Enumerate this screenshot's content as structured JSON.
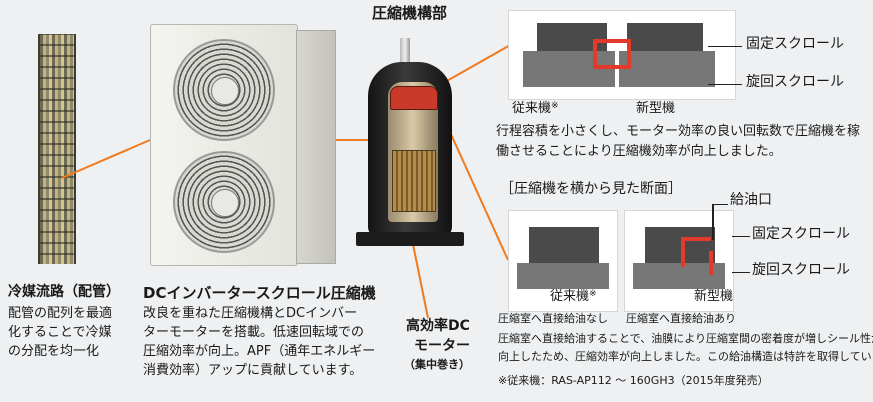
{
  "colors": {
    "accent_orange": "#f07a1e",
    "text": "#1a1a1a",
    "scroll_red": "#e23b2b"
  },
  "header": {
    "compressor_section_title": "圧縮機構部"
  },
  "pipe": {
    "title": "冷媒流路（配管）",
    "desc_lines": [
      "配管の配列を最適",
      "化することで冷媒",
      "の分配を均一化"
    ]
  },
  "compressor": {
    "title": "DCインバータースクロール圧縮機",
    "desc_lines": [
      "改良を重ねた圧縮機構とDCインバー",
      "ターモーターを搭載。低速回転域での",
      "圧縮効率が向上。APF（通年エネルギー",
      "消費効率）アップに貢献しています。"
    ]
  },
  "motor": {
    "title_lines": [
      "高効率DC",
      "モーター"
    ],
    "sub": "（集中巻き）"
  },
  "top_diagram": {
    "label_fixed": "固定スクロール",
    "label_orbit": "旋回スクロール",
    "label_old": "従来機",
    "label_old_mark": "※",
    "label_new": "新型機",
    "desc_lines": [
      "行程容積を小さくし、モーター効率の良い回転数で圧縮機を稼",
      "働させることにより圧縮機効率が向上しました。"
    ]
  },
  "side_section": {
    "title": "［圧縮機を横から見た断面］",
    "label_oil_port": "給油口",
    "label_fixed": "固定スクロール",
    "label_orbit": "旋回スクロール",
    "label_old": "従来機",
    "label_old_mark": "※",
    "label_new": "新型機",
    "caption_old": "圧縮室へ直接給油なし",
    "caption_new": "圧縮室へ直接給油あり",
    "desc_lines": [
      "圧縮室へ直接給油することで、油膜により圧縮室間の密着度が増しシール性が",
      "向上したため、圧縮効率が向上しました。この給油構造は特許を取得しています。"
    ],
    "footnote": "※従来機：RAS-AP112 ～ 160GH3（2015年度発売）"
  }
}
